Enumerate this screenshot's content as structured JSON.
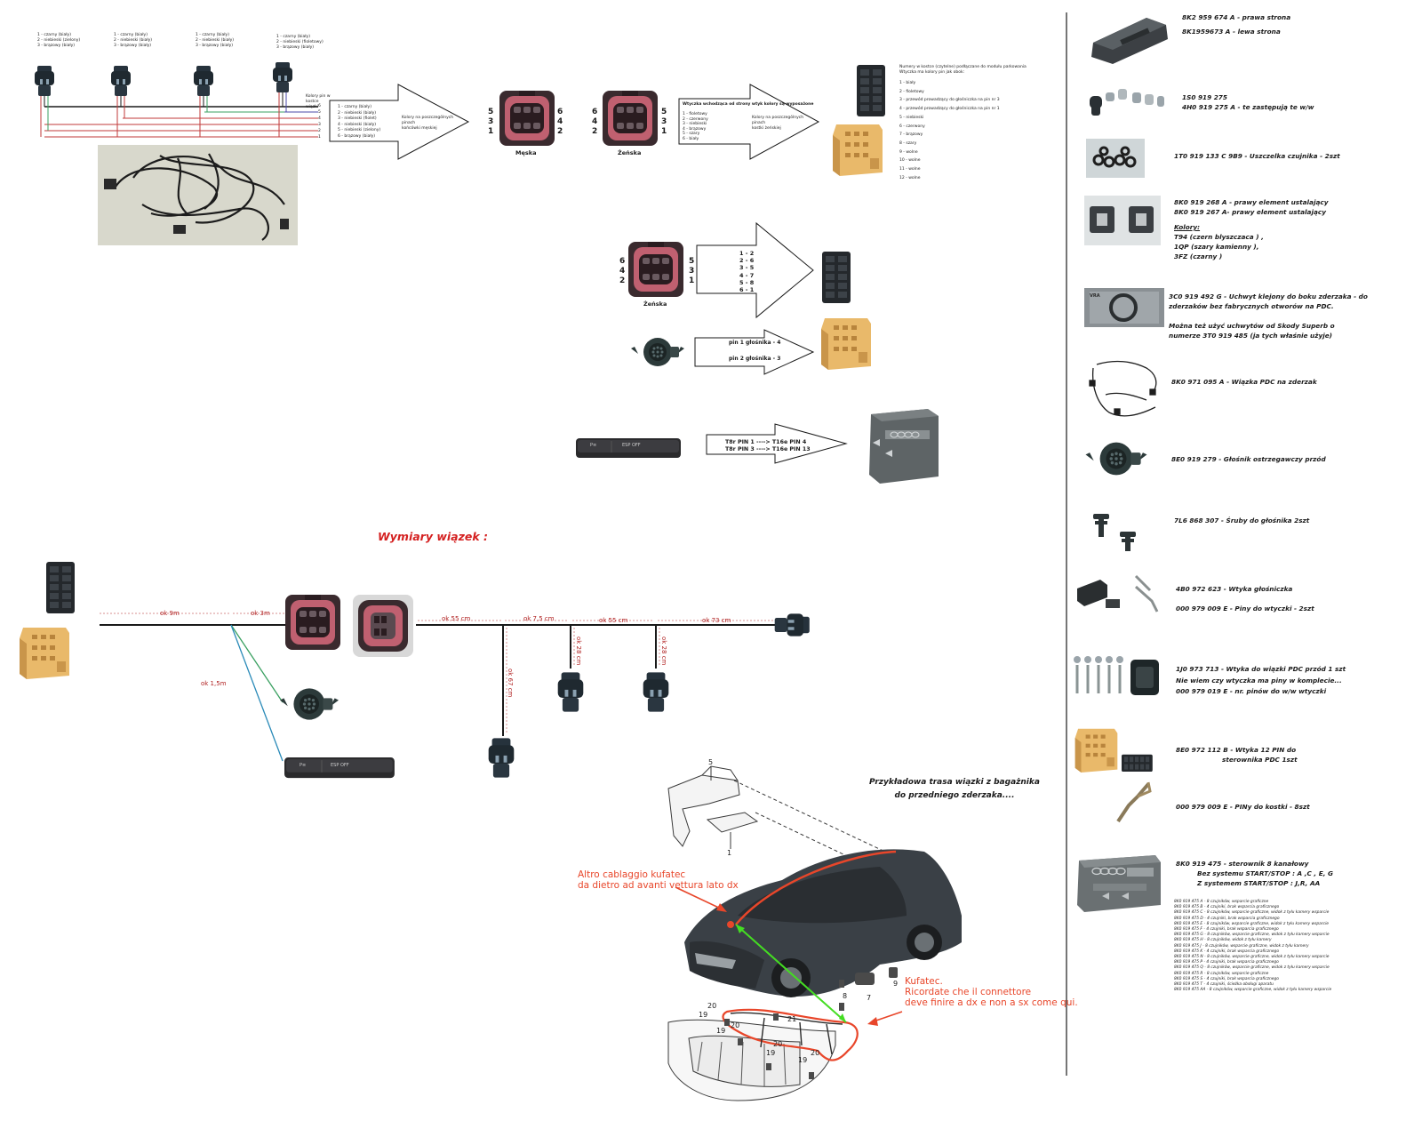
{
  "top_sensors": {
    "sensor_labels": [
      [
        "1 - czarny (biały)",
        "2 - niebieski (zielony)",
        "3 - brązowy (biały)"
      ],
      [
        "1 - czarny (biały)",
        "2 - niebieski (biały)",
        "3 - brązowy (biały)"
      ],
      [
        "1 - czarny (biały)",
        "2 - niebieski (biały)",
        "3 - brązowy (biały)"
      ],
      [
        "1 - czarny (biały)",
        "2 - niebieski (fioletowy)",
        "3 - brązowy (biały)"
      ]
    ],
    "harness_note": "Kolory pin w kostce wiązki",
    "wire_numbers": [
      "6",
      "5",
      "4",
      "3",
      "2",
      "1"
    ]
  },
  "arrow1": {
    "list": [
      "1 - czarny (biały)",
      "2 - niebieski (biały)",
      "3 - niebieski (fiolet)",
      "4 - niebieski (biały)",
      "5 - niebieski (zielony)",
      "6 - brązowy (biały)"
    ],
    "caption": [
      "Kolory na poszczególnych",
      "pinach",
      "końcówki męskiej"
    ]
  },
  "connector_male": {
    "left_pins": [
      "5",
      "3",
      "1"
    ],
    "right_pins": [
      "6",
      "4",
      "2"
    ],
    "label": "Męska"
  },
  "connector_female": {
    "left_pins": [
      "6",
      "4",
      "2"
    ],
    "right_pins": [
      "5",
      "3",
      "1"
    ],
    "label": "Żeńska"
  },
  "arrow2": {
    "heading": "Wtyczka wchodząca od strony wtyk kolory są wyposażone",
    "list": [
      "1 - fioletowy",
      "2 - czerwony",
      "3 - niebieski",
      "4 - brązowy",
      "5 - szary",
      "6 - biały"
    ],
    "caption": [
      "Kolory na poszczególnych",
      "pinach",
      "kostki żeńskiej"
    ]
  },
  "pdc_pinout": {
    "heading": [
      "Numery w kostce (czytelne) podłączane do modułu parkowania",
      "Wtyczka ma kolory pin jak obok:"
    ],
    "rows": [
      "1 - biały",
      "2 - fioletowy",
      "3 - przewód prowadzący do głośniczka na pin nr 3",
      "4 - przewód prowadzący do głośniczka na pin nr 1",
      "5 - niebieski",
      "6 - czerwony",
      "7 - brązowy",
      "8 - szary",
      "9 - wolne",
      "10 - wolne",
      "11 - wolne",
      "12 - wolne"
    ]
  },
  "mid_connector": {
    "left_pins": [
      "6",
      "4",
      "2"
    ],
    "right_pins": [
      "5",
      "3",
      "1"
    ],
    "label": "Żeńska",
    "mapping": [
      "1 - 2",
      "2 - 6",
      "3 - 5",
      "4 - 7",
      "5 - 8",
      "6 - 1"
    ]
  },
  "speaker_arrow": {
    "lines": [
      "pin 1 głośnika - 4",
      "pin 2 głośnika - 3"
    ]
  },
  "button_arrow": {
    "lines": [
      "T8r PIN 1 ----> T16e PIN 4",
      "T8r PIN 3 ----> T16e PIN 13"
    ],
    "button_labels": [
      "P≡",
      "ESP OFF"
    ]
  },
  "dimensions": {
    "title": "Wymiary wiązek :",
    "labels": {
      "seg1": "ok 9m",
      "seg2": "ok 3m",
      "diag": "ok 1,5m",
      "seg3": "ok 55 cm",
      "seg4": "ok 7,5 cm",
      "seg5": "ok 55 cm",
      "seg6": "ok 73 cm",
      "v1": "ok 67 cm",
      "v2": "ok 28 cm",
      "v3": "ok 28 cm"
    },
    "button_labels": [
      "P≡",
      "ESP OFF"
    ]
  },
  "route": {
    "title": [
      "Przykładowa trasa wiązki z bagażnika",
      "do przedniego zderzaka...."
    ],
    "note_left": [
      "Altro cablaggio kufatec",
      "da dietro ad avanti vettura lato dx"
    ],
    "note_right": [
      "Kufatec.",
      "Ricordate che il connettore",
      "deve finire a dx e non a sx come qui."
    ],
    "callouts": [
      "5",
      "1",
      "7",
      "8",
      "9",
      "19",
      "20",
      "19",
      "20",
      "20",
      "19",
      "21",
      "19",
      "20"
    ]
  },
  "parts": [
    {
      "lines": [
        "8K2 959 674 A - prawa strona",
        "8K1959673 A - lewa strona"
      ]
    },
    {
      "lines": [
        "1S0 919 275",
        "4H0 919 275 A - te zastępują te w/w"
      ]
    },
    {
      "lines": [
        "1T0 919 133 C 9B9 - Uszczelka czujnika - 2szt"
      ]
    },
    {
      "lines": [
        "8K0 919 268 A - prawy element ustalający",
        "8K0 919 267 A- prawy element ustalający"
      ],
      "colors_title": "Kolory:",
      "colors": [
        "T94 (czern blyszczaca ) ,",
        "1QP (szary kamienny ),",
        "3FZ (czarny )"
      ]
    },
    {
      "lines": [
        "3C0 919 492 G - Uchwyt klejony do boku zderzaka - do",
        "zderzaków bez fabrycznych otworów na PDC.",
        "",
        "Można też użyć uchwytów od Skody Superb o",
        "numerze 3T0 919 485 (ja tych właśnie użyje)"
      ],
      "badge": "VRA"
    },
    {
      "lines": [
        "8K0 971 095 A - Wiązka PDC na zderzak"
      ]
    },
    {
      "lines": [
        "8E0 919 279 - Głośnik ostrzegawczy przód"
      ]
    },
    {
      "lines": [
        "7L6 868 307 - Śruby do głośnika 2szt"
      ]
    },
    {
      "lines": [
        "4B0 972 623 - Wtyka głośniczka",
        "",
        "000 979 009 E - Piny do wtyczki - 2szt"
      ]
    },
    {
      "lines": [
        "1J0 973 713 - Wtyka do  wiązki PDC przód 1 szt",
        "Nie wiem czy wtyczka ma piny w komplecie...",
        "000 979 019 E  - nr. pinów do w/w wtyczki"
      ]
    },
    {
      "lines": [
        "8E0 972 112 B - Wtyka 12 PIN do",
        "sterownika PDC 1szt"
      ]
    },
    {
      "lines": [
        "000 979 009 E - PINy do kostki - 8szt"
      ]
    },
    {
      "lines": [
        "8K0 919 475 - sterownik 8 kanałowy",
        "Bez systemu START/STOP : A ,C , E, G",
        "Z systemem START/STOP : J,R, AA"
      ]
    }
  ],
  "controller_variants": [
    "8K0 919 475 A - 8 czujników, wsparcie graficzne",
    "8K0 919 475 B - 4 czujniki, brak wsparcia graficznego",
    "8K0 919 475 C - 8 czujników, wsparcie graficzne, widok z tyłu kamery wsparcie",
    "8K0 919 475 D - 4 czujniki, brak wsparcia graficznego",
    "8K0 919 475 E - 8 czujników, wsparcie graficzne, widok z tyłu kamery wsparcie",
    "8K0 919 475 F - 4 czujniki, brak wsparcia graficznego",
    "8K0 919 475 G - 8 czujników, wsparcie graficzne, widok z tyłu kamery wsparcie",
    "8K0 919 475 H - 8 czujników, widok z tyłu kamery",
    "8K0 919 475 J - 8 czujników, wsparcie graficzne, widok z tyłu kamery",
    "8K0 919 475 K - 4 czujniki, brak wsparcia graficznego",
    "8K0 919 475 N - 8 czujników, wsparcie graficzne, widok z tyłu kamery wsparcie",
    "8K0 919 475 P - 4 czujniki, brak wsparcia graficznego",
    "8K0 919 475 Q - 8 czujników, wsparcie graficzne, widok z tyłu kamery wsparcie",
    "8K0 919 475 R - 8 czujników, wsparcie graficzne",
    "8K0 919 475 S - 4 czujniki, brak wsparcia graficznego",
    "8K0 919 475 T - 4 czujniki, ścieżka obsługi aparatu",
    "8K0 919 475 AA - 8 czujników, wsparcie graficzne, widok z tyłu kamery wsparcie"
  ],
  "colors": {
    "harness_black": "#1a1a1a",
    "wire_red": "#c23a3a",
    "wire_blue": "#4a4aa8",
    "wire_green": "#3aa060",
    "dim_red": "#b02020",
    "title_red": "#d42020",
    "route_orange": "#e8462a",
    "route_green": "#44dd22",
    "connector_pink": "#d07080",
    "pdc_yellow": "#e9b96a"
  }
}
